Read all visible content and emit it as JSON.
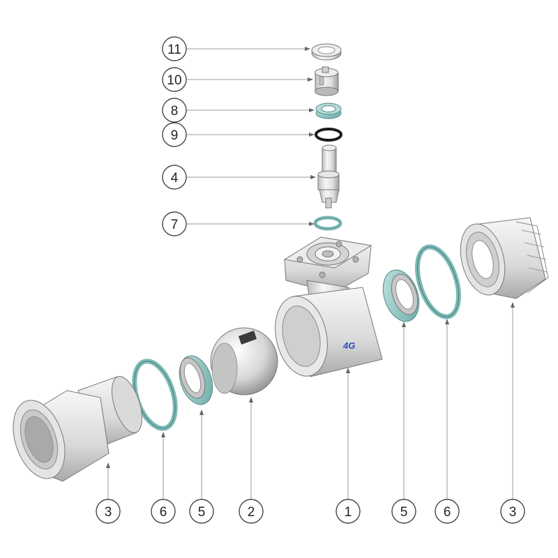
{
  "callouts": {
    "c11": "11",
    "c10": "10",
    "c8": "8",
    "c9": "9",
    "c4": "4",
    "c7": "7",
    "b3_left": "3",
    "b6_left": "6",
    "b5_left": "5",
    "b2": "2",
    "b1": "1",
    "b5_right": "5",
    "b6_right": "6",
    "b3_right": "3"
  },
  "body_marking": "4G",
  "colors": {
    "metal_light": "#f2f2f2",
    "metal_mid": "#d4d4d4",
    "metal_dark": "#a8a8a8",
    "seal_teal": "#9fcfcc",
    "seal_teal_dark": "#5fa09c",
    "oring_black": "#1a1a1a",
    "brand_blue": "#2b4fb8"
  }
}
